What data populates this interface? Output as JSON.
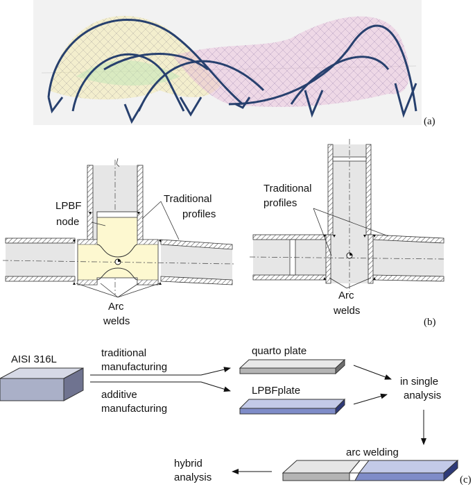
{
  "panels": {
    "a": "(a)",
    "b": "(b)",
    "c": "(c)"
  },
  "panel_b": {
    "left": {
      "lpbf_line1": "LPBF",
      "lpbf_line2": "node",
      "trad_line1": "Traditional",
      "trad_line2": "profiles",
      "arc_line1": "Arc",
      "arc_line2": "welds"
    },
    "right": {
      "trad_line1": "Traditional",
      "trad_line2": "profiles",
      "arc_line1": "Arc",
      "arc_line2": "welds"
    }
  },
  "panel_c": {
    "material": "AISI 316L",
    "trad_line1": "traditional",
    "trad_line2": "manufacturing",
    "add_line1": "additive",
    "add_line2": "manufacturing",
    "quarto": "quarto plate",
    "lpbf_plate": "LPBFplate",
    "single_line1": "in single",
    "single_line2": "analysis",
    "arc_welding": "arc welding",
    "hybrid_line1": "hybrid",
    "hybrid_line2": "analysis"
  },
  "colors": {
    "steel": "#c8c8c8",
    "blue_plate": "#7f8cc8",
    "node_fill": "#fdf8d0",
    "block": "#aab0c8"
  }
}
